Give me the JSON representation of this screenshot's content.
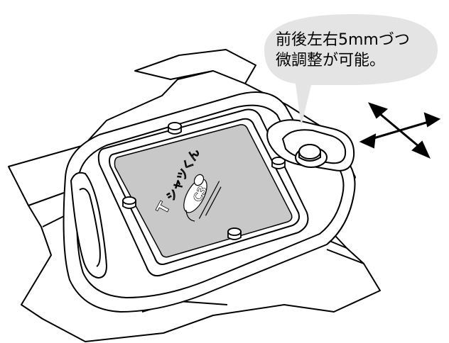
{
  "callout": {
    "line1": "前後左右5mmづつ",
    "line2": "微調整が可能。"
  },
  "screen_label": "Tシャツくん C3",
  "colors": {
    "line": "#000000",
    "garment": "#ffffff",
    "screen_fill": "#c8c8c8",
    "bubble_fill": "#e4e4e4"
  },
  "icons": [
    "four-way-arrow-icon",
    "adjust-knob-icon",
    "mascot-logo-icon"
  ]
}
